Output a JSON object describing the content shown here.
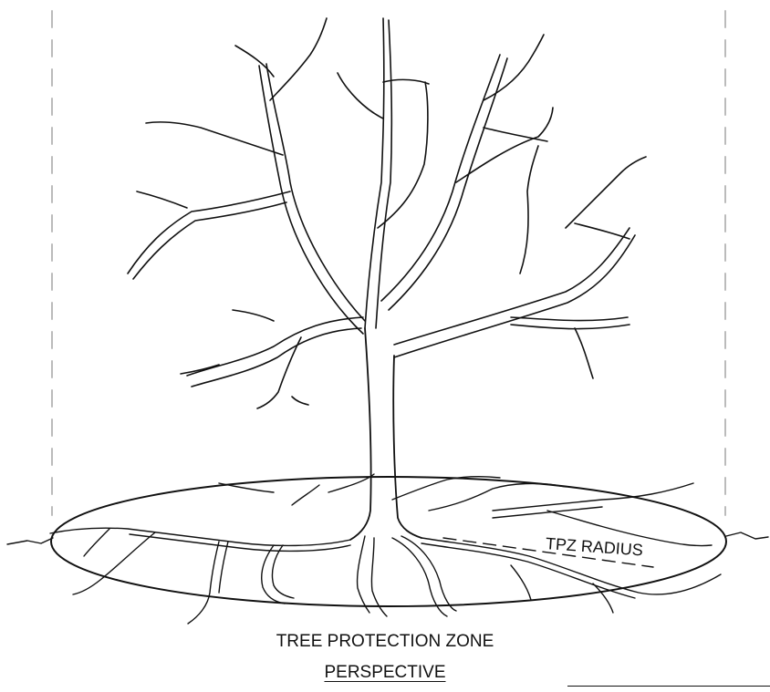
{
  "labels": {
    "tpz_radius": "TPZ RADIUS",
    "zone_title": "TREE PROTECTION ZONE",
    "view_title": "PERSPECTIVE"
  },
  "colors": {
    "ink": "#111111",
    "guide_dash": "#bbbbbb",
    "background": "#ffffff"
  }
}
